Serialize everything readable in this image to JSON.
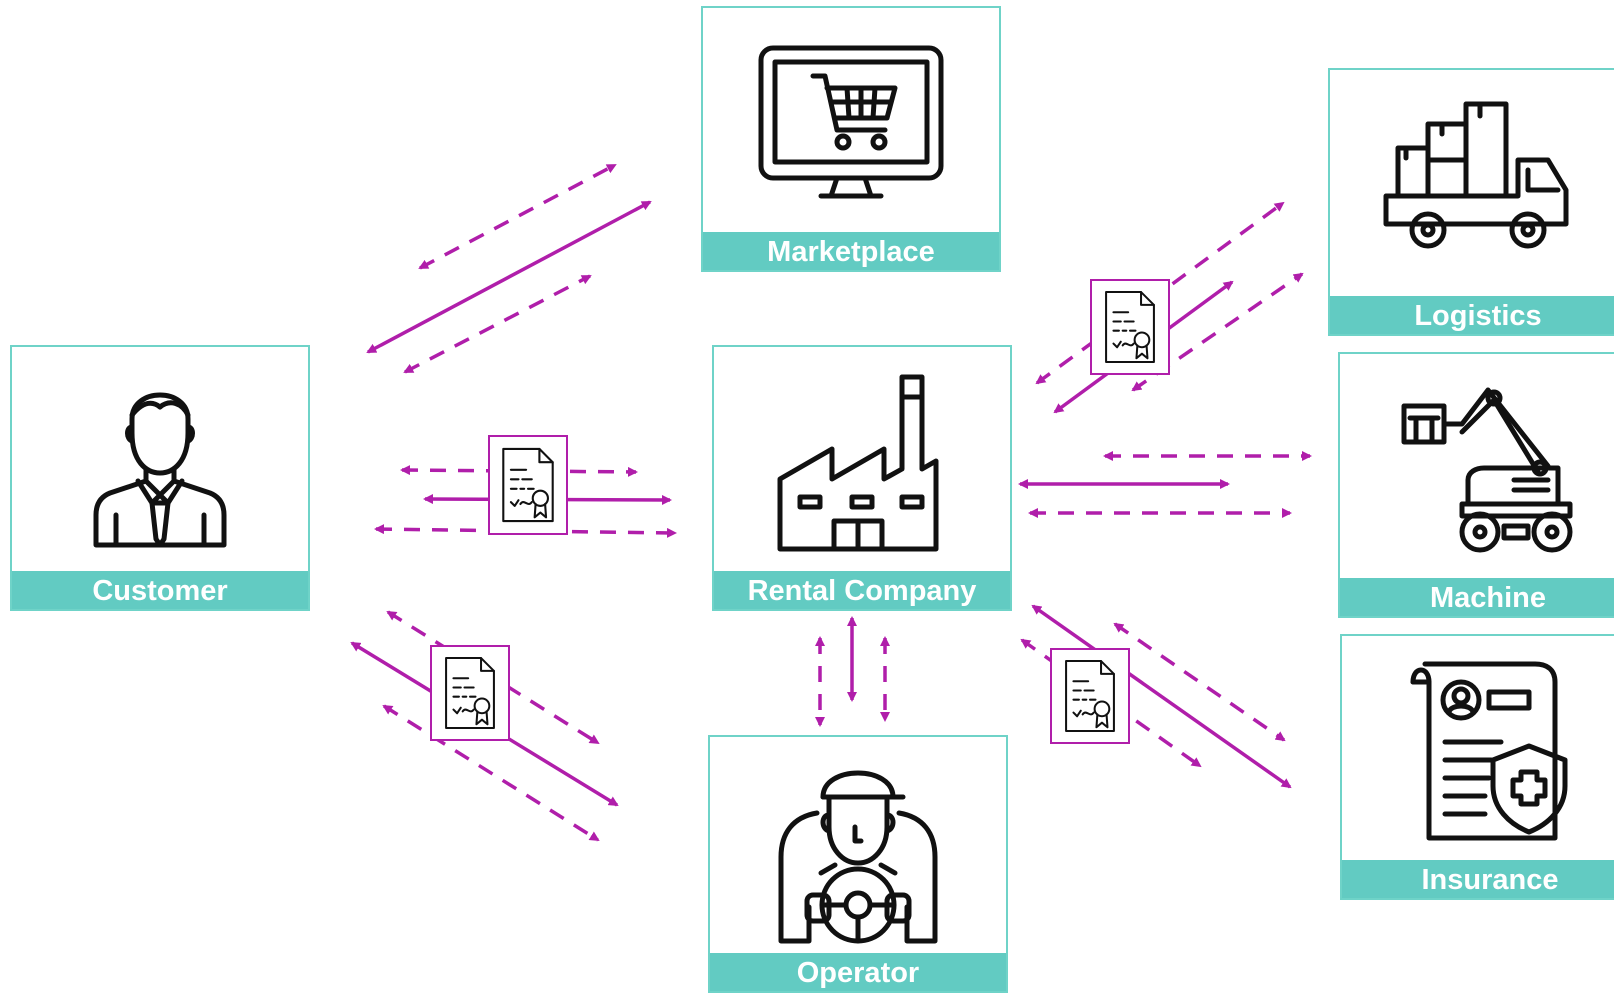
{
  "nodes": {
    "marketplace": {
      "label": "Marketplace"
    },
    "customer": {
      "label": "Customer"
    },
    "rental": {
      "label": "Rental Company"
    },
    "logistics": {
      "label": "Logistics"
    },
    "machine": {
      "label": "Machine"
    },
    "insurance": {
      "label": "Insurance"
    },
    "operator": {
      "label": "Operator"
    }
  },
  "colors": {
    "accent": "#b01eaa",
    "label_bg": "#62cbc2",
    "border": "#6fd3c8"
  },
  "icons": {
    "marketplace": "monitor-shopping-cart-icon",
    "customer": "businessman-icon",
    "rental": "factory-icon",
    "logistics": "delivery-truck-icon",
    "machine": "excavator-icon",
    "insurance": "insurance-document-icon",
    "operator": "driver-icon",
    "contract": "certificate-document-icon"
  }
}
